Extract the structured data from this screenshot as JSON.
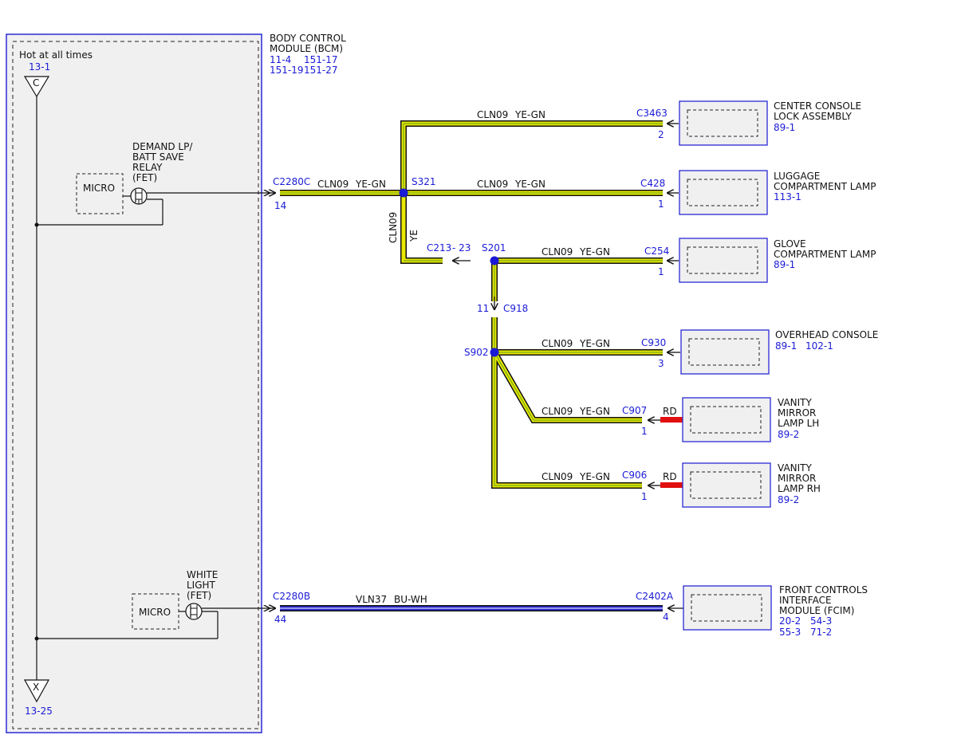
{
  "bcm": {
    "title_line1": "BODY CONTROL",
    "title_line2": "MODULE (BCM)",
    "ref1a": "11-4",
    "ref1b": "151-17",
    "ref2a": "151-19",
    "ref2b": "151-27",
    "hot_label": "Hot at all times",
    "top_ref": "13-1",
    "top_symbol": "C",
    "bottom_symbol": "X",
    "bottom_ref": "13-25",
    "micro1": "MICRO",
    "micro2": "MICRO",
    "relay_line1": "DEMAND LP/",
    "relay_line2": "BATT SAVE",
    "relay_line3": "RELAY",
    "relay_line4": "(FET)",
    "wl_line1": "WHITE",
    "wl_line2": "LIGHT",
    "wl_line3": "(FET)"
  },
  "connectors": {
    "c2280c": "C2280C",
    "c2280c_pin": "14",
    "c2280b": "C2280B",
    "c2280b_pin": "44",
    "s321": "S321",
    "s201": "S201",
    "c213": "C213",
    "c213_pin": "- 23",
    "c918": "C918",
    "c918_pin": "11",
    "s902": "S902",
    "c3463": "C3463",
    "c3463_pin": "2",
    "c428": "C428",
    "c428_pin": "1",
    "c254": "C254",
    "c254_pin": "1",
    "c930": "C930",
    "c930_pin": "3",
    "c907": "C907",
    "c907_pin": "1",
    "c906": "C906",
    "c906_pin": "1",
    "c2402a": "C2402A",
    "c2402a_pin": "4"
  },
  "wires": {
    "circuit_yegn": "CLN09",
    "color_yegn": "YE-GN",
    "circuit_vert": "CLN09",
    "color_vert": "YE",
    "circuit_bu": "VLN37",
    "color_bu": "BU-WH",
    "rd1": "RD",
    "rd2": "RD",
    "yegn_color_hex": "#e8e800",
    "bu_color_hex": "#2a2ad6",
    "rd_color_hex": "#e01010"
  },
  "components": {
    "console_lock": {
      "line1": "CENTER CONSOLE",
      "line2": "LOCK ASSEMBLY",
      "ref": "89-1"
    },
    "luggage": {
      "line1": "LUGGAGE",
      "line2": "COMPARTMENT LAMP",
      "ref": "113-1"
    },
    "glove": {
      "line1": "GLOVE",
      "line2": "COMPARTMENT LAMP",
      "ref": "89-1"
    },
    "overhead": {
      "line1": "OVERHEAD CONSOLE",
      "ref1": "89-1",
      "ref2": "102-1"
    },
    "vanity_lh": {
      "line1": "VANITY",
      "line2": "MIRROR",
      "line3": "LAMP LH",
      "ref": "89-2"
    },
    "vanity_rh": {
      "line1": "VANITY",
      "line2": "MIRROR",
      "line3": "LAMP RH",
      "ref": "89-2"
    },
    "fcim": {
      "line1": "FRONT CONTROLS",
      "line2": "INTERFACE",
      "line3": "MODULE (FCIM)",
      "ref1a": "20-2",
      "ref1b": "54-3",
      "ref2a": "55-3",
      "ref2b": "71-2"
    }
  }
}
